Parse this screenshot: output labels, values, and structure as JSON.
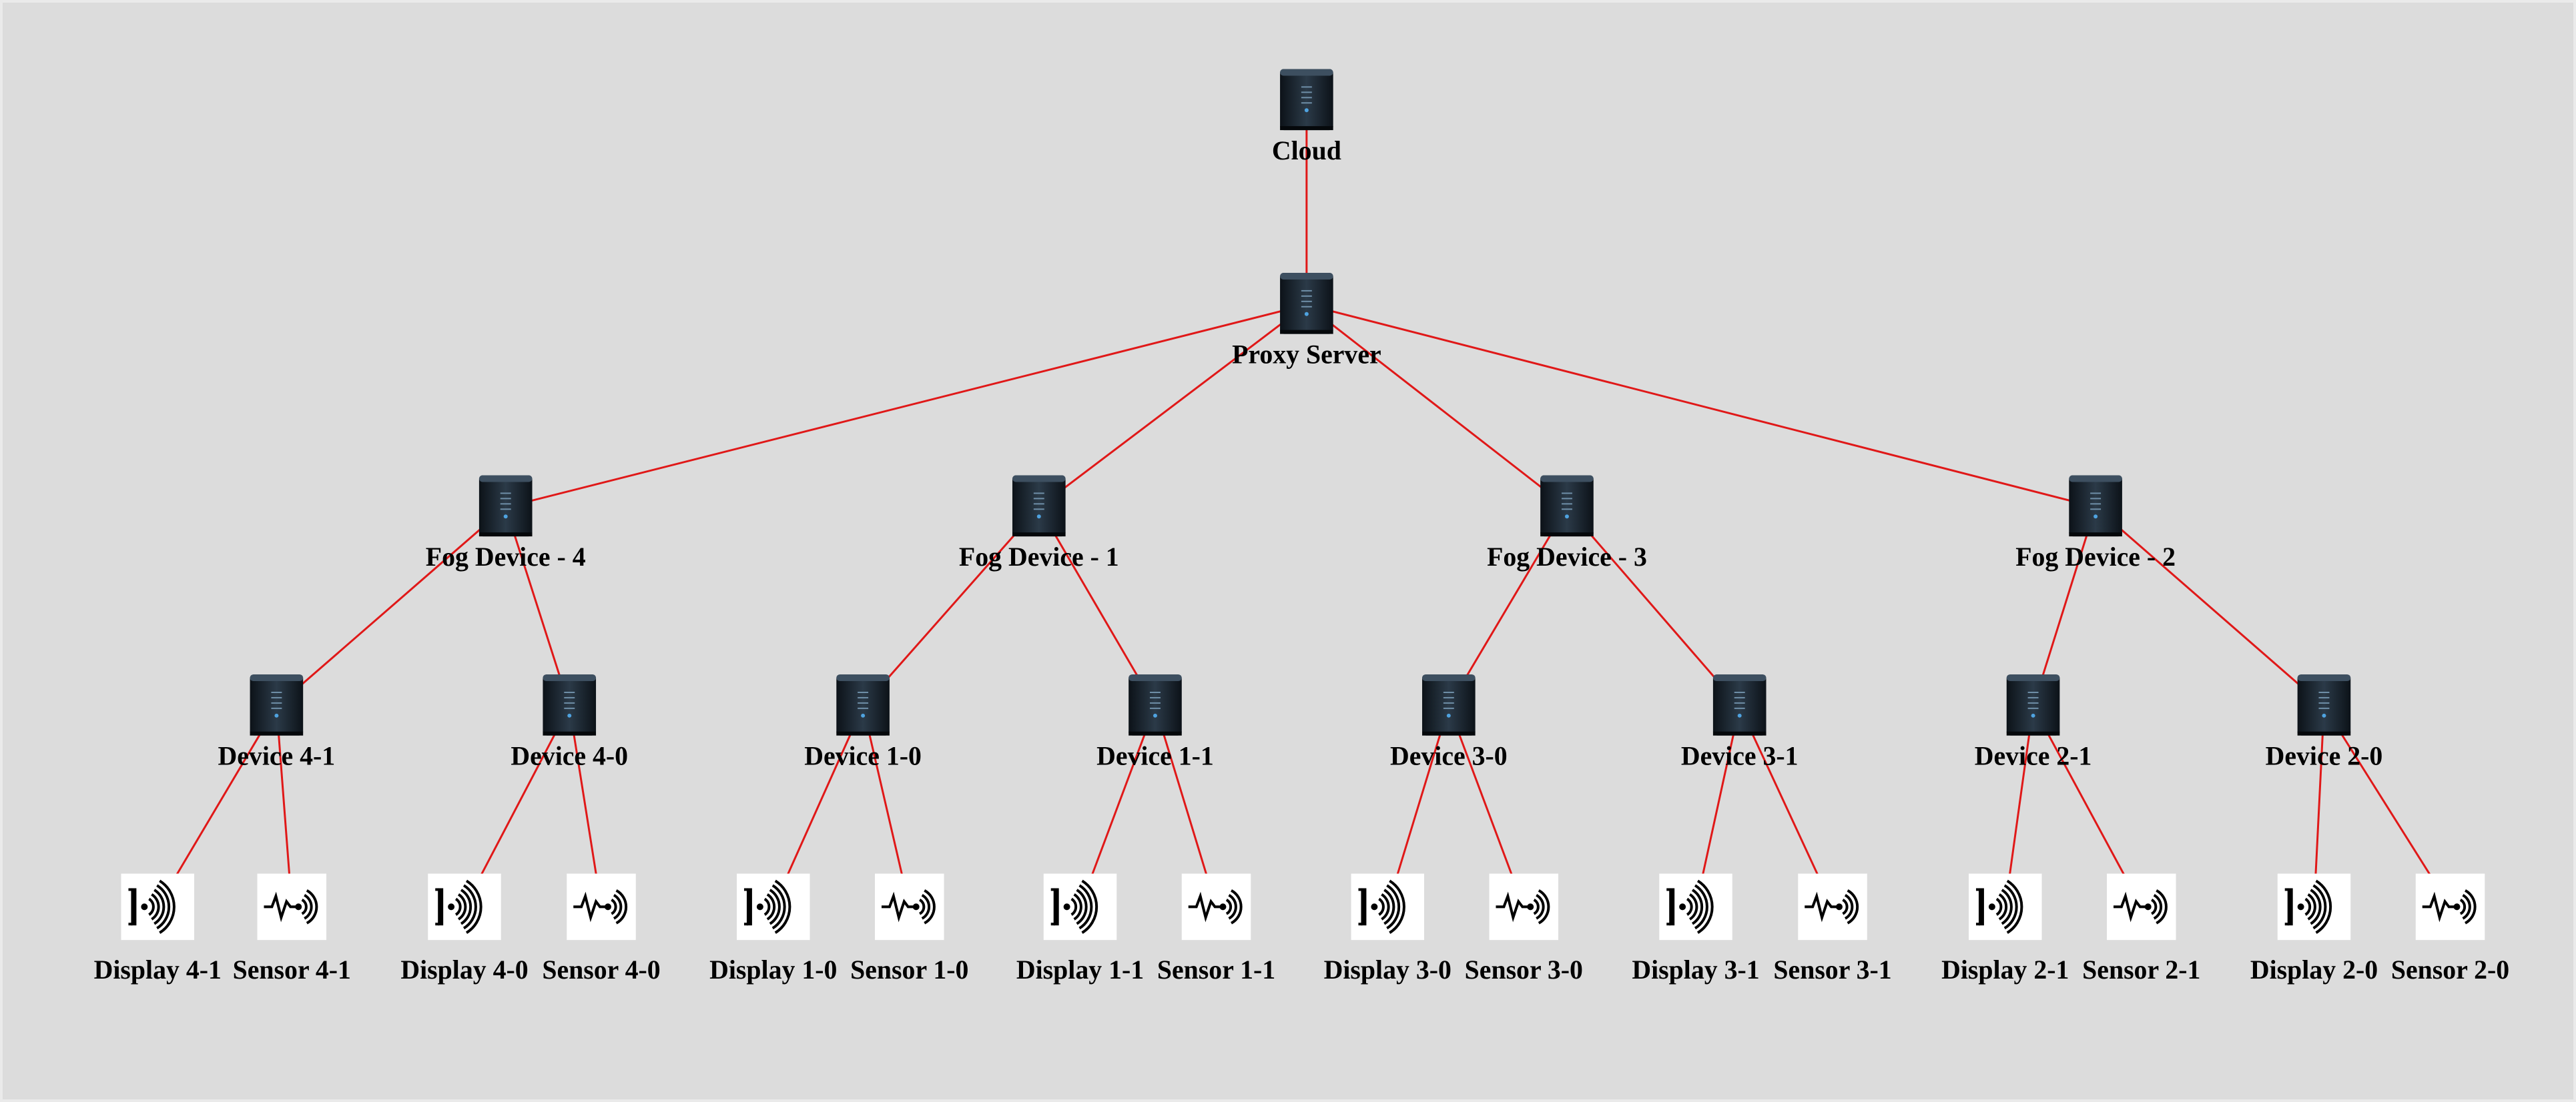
{
  "diagram": {
    "colors": {
      "background": "#dcdcdc",
      "link": "#e01818",
      "server": "#1b2530",
      "label": "#000000"
    },
    "nodes": [
      {
        "id": "cloud",
        "label": "Cloud",
        "type": "server-icon"
      },
      {
        "id": "proxy",
        "label": "Proxy Server",
        "type": "server-icon"
      },
      {
        "id": "fog4",
        "label": "Fog Device - 4",
        "type": "server-icon"
      },
      {
        "id": "fog1",
        "label": "Fog Device - 1",
        "type": "server-icon"
      },
      {
        "id": "fog3",
        "label": "Fog Device - 3",
        "type": "server-icon"
      },
      {
        "id": "fog2",
        "label": "Fog Device - 2",
        "type": "server-icon"
      },
      {
        "id": "dev41",
        "label": "Device 4-1",
        "type": "server-icon"
      },
      {
        "id": "dev40",
        "label": "Device 4-0",
        "type": "server-icon"
      },
      {
        "id": "dev10",
        "label": "Device 1-0",
        "type": "server-icon"
      },
      {
        "id": "dev11",
        "label": "Device 1-1",
        "type": "server-icon"
      },
      {
        "id": "dev30",
        "label": "Device 3-0",
        "type": "server-icon"
      },
      {
        "id": "dev31",
        "label": "Device 3-1",
        "type": "server-icon"
      },
      {
        "id": "dev21",
        "label": "Device 2-1",
        "type": "server-icon"
      },
      {
        "id": "dev20",
        "label": "Device 2-0",
        "type": "server-icon"
      },
      {
        "id": "disp41",
        "label": "Display 4-1",
        "type": "display-icon"
      },
      {
        "id": "sens41",
        "label": "Sensor 4-1",
        "type": "sensor-icon"
      },
      {
        "id": "disp40",
        "label": "Display 4-0",
        "type": "display-icon"
      },
      {
        "id": "sens40",
        "label": "Sensor 4-0",
        "type": "sensor-icon"
      },
      {
        "id": "disp10",
        "label": "Display 1-0",
        "type": "display-icon"
      },
      {
        "id": "sens10",
        "label": "Sensor 1-0",
        "type": "sensor-icon"
      },
      {
        "id": "disp11",
        "label": "Display 1-1",
        "type": "display-icon"
      },
      {
        "id": "sens11",
        "label": "Sensor 1-1",
        "type": "sensor-icon"
      },
      {
        "id": "disp30",
        "label": "Display 3-0",
        "type": "display-icon"
      },
      {
        "id": "sens30",
        "label": "Sensor 3-0",
        "type": "sensor-icon"
      },
      {
        "id": "disp31",
        "label": "Display 3-1",
        "type": "display-icon"
      },
      {
        "id": "sens31",
        "label": "Sensor 3-1",
        "type": "sensor-icon"
      },
      {
        "id": "disp21",
        "label": "Display 2-1",
        "type": "display-icon"
      },
      {
        "id": "sens21",
        "label": "Sensor 2-1",
        "type": "sensor-icon"
      },
      {
        "id": "disp20",
        "label": "Display 2-0",
        "type": "display-icon"
      },
      {
        "id": "sens20",
        "label": "Sensor 2-0",
        "type": "sensor-icon"
      }
    ],
    "edges": [
      [
        "cloud",
        "proxy"
      ],
      [
        "proxy",
        "fog4"
      ],
      [
        "proxy",
        "fog1"
      ],
      [
        "proxy",
        "fog3"
      ],
      [
        "proxy",
        "fog2"
      ],
      [
        "fog4",
        "dev41"
      ],
      [
        "fog4",
        "dev40"
      ],
      [
        "fog1",
        "dev10"
      ],
      [
        "fog1",
        "dev11"
      ],
      [
        "fog3",
        "dev30"
      ],
      [
        "fog3",
        "dev31"
      ],
      [
        "fog2",
        "dev21"
      ],
      [
        "fog2",
        "dev20"
      ],
      [
        "dev41",
        "disp41"
      ],
      [
        "dev41",
        "sens41"
      ],
      [
        "dev40",
        "disp40"
      ],
      [
        "dev40",
        "sens40"
      ],
      [
        "dev10",
        "disp10"
      ],
      [
        "dev10",
        "sens10"
      ],
      [
        "dev11",
        "disp11"
      ],
      [
        "dev11",
        "sens11"
      ],
      [
        "dev30",
        "disp30"
      ],
      [
        "dev30",
        "sens30"
      ],
      [
        "dev31",
        "disp31"
      ],
      [
        "dev31",
        "sens31"
      ],
      [
        "dev21",
        "disp21"
      ],
      [
        "dev21",
        "sens21"
      ],
      [
        "dev20",
        "disp20"
      ],
      [
        "dev20",
        "sens20"
      ]
    ]
  }
}
